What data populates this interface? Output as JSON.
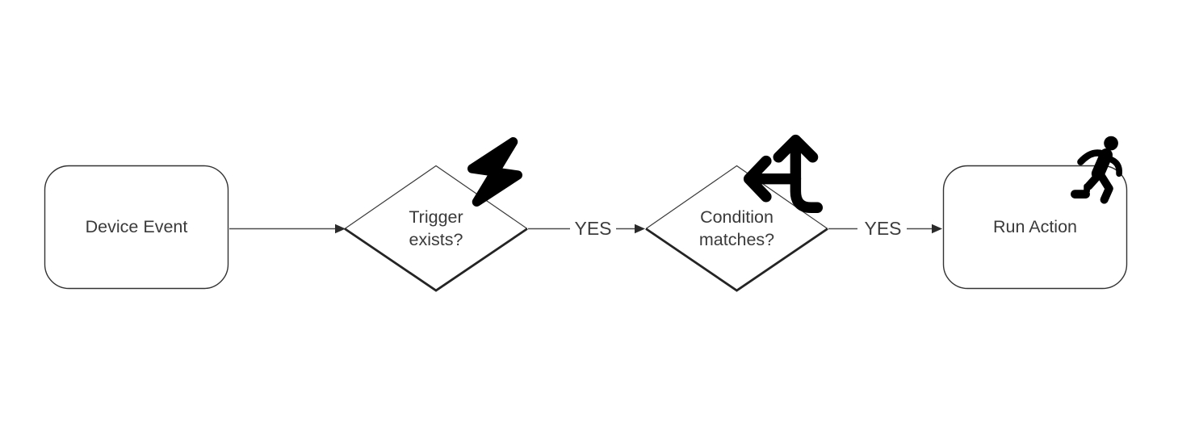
{
  "diagram": {
    "colors": {
      "background": "#ffffff",
      "shape_stroke": "#333333",
      "shape_fill": "#ffffff",
      "connector": "#4d4d4d",
      "arrowhead": "#2b2b2b",
      "text": "#3a3a3a",
      "icon": "#000000"
    },
    "nodes": [
      {
        "id": "device-event",
        "type": "rounded-rect",
        "label": "Device Event"
      },
      {
        "id": "trigger-exists",
        "type": "decision-diamond",
        "label": "Trigger exists?",
        "lines": [
          "Trigger",
          "exists?"
        ],
        "icon": "lightning-bolt-icon"
      },
      {
        "id": "condition-matches",
        "type": "decision-diamond",
        "label": "Condition matches?",
        "lines": [
          "Condition",
          "matches?"
        ],
        "icon": "split-arrows-icon"
      },
      {
        "id": "run-action",
        "type": "rounded-rect",
        "label": "Run Action",
        "icon": "person-running-icon"
      }
    ],
    "edges": [
      {
        "from": "device-event",
        "to": "trigger-exists",
        "label": ""
      },
      {
        "from": "trigger-exists",
        "to": "condition-matches",
        "label": "YES"
      },
      {
        "from": "condition-matches",
        "to": "run-action",
        "label": "YES"
      }
    ]
  }
}
